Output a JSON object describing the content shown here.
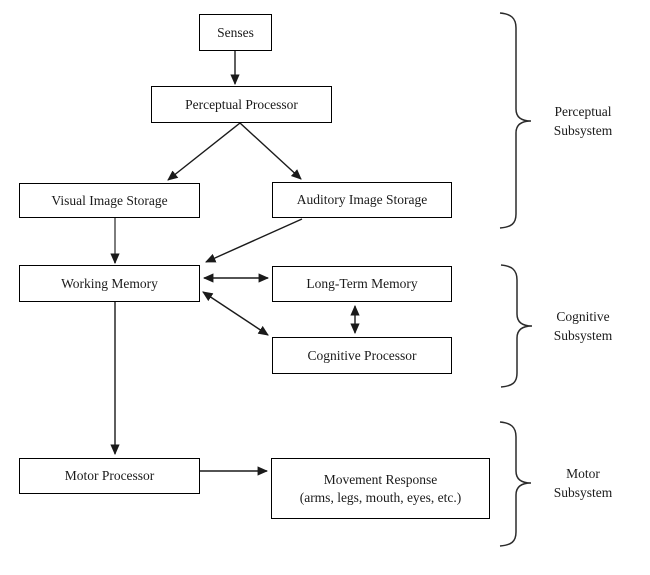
{
  "diagram": {
    "background": "#ffffff",
    "nodes": {
      "senses": {
        "label": "Senses"
      },
      "perceptual_processor": {
        "label": "Perceptual Processor"
      },
      "visual_image_storage": {
        "label": "Visual Image Storage"
      },
      "auditory_image_storage": {
        "label": "Auditory Image Storage"
      },
      "working_memory": {
        "label": "Working Memory"
      },
      "long_term_memory": {
        "label": "Long-Term Memory"
      },
      "cognitive_processor": {
        "label": "Cognitive Processor"
      },
      "motor_processor": {
        "label": "Motor Processor"
      },
      "movement_response": {
        "label": "Movement Response",
        "sublabel": "(arms, legs, mouth, eyes, etc.)"
      }
    },
    "edges": [
      {
        "from": "senses",
        "to": "perceptual_processor",
        "type": "arrow"
      },
      {
        "from": "perceptual_processor",
        "to": "visual_image_storage",
        "type": "arrow"
      },
      {
        "from": "perceptual_processor",
        "to": "auditory_image_storage",
        "type": "arrow"
      },
      {
        "from": "visual_image_storage",
        "to": "working_memory",
        "type": "arrow",
        "color": "#7d7d7d"
      },
      {
        "from": "auditory_image_storage",
        "to": "working_memory",
        "type": "arrow"
      },
      {
        "from": "working_memory",
        "to": "long_term_memory",
        "type": "double-arrow"
      },
      {
        "from": "working_memory",
        "to": "cognitive_processor",
        "type": "double-arrow"
      },
      {
        "from": "long_term_memory",
        "to": "cognitive_processor",
        "type": "double-arrow"
      },
      {
        "from": "working_memory",
        "to": "motor_processor",
        "type": "arrow"
      },
      {
        "from": "motor_processor",
        "to": "movement_response",
        "type": "arrow"
      }
    ],
    "groups": {
      "perceptual": {
        "line1": "Perceptual",
        "line2": "Subsystem",
        "nodes": [
          "senses",
          "perceptual_processor",
          "visual_image_storage",
          "auditory_image_storage"
        ]
      },
      "cognitive": {
        "line1": "Cognitive",
        "line2": "Subsystem",
        "nodes": [
          "working_memory",
          "long_term_memory",
          "cognitive_processor"
        ]
      },
      "motor": {
        "line1": "Motor",
        "line2": "Subsystem",
        "nodes": [
          "motor_processor",
          "movement_response"
        ]
      }
    },
    "colors": {
      "line": "#1a1a1a",
      "gray_line": "#7d7d7d",
      "box_border": "#000000",
      "text": "#1a1a1a",
      "background": "#ffffff"
    }
  }
}
